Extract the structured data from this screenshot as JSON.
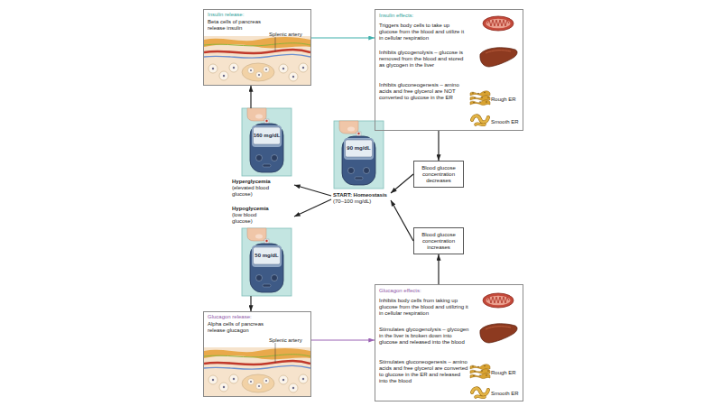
{
  "diagram": {
    "nodes": [
      {
        "text": [
          "Insulin release:",
          "Beta cells of pancreas release insulin",
          "Splenic artery"
        ]
      },
      {
        "text": [
          "Insulin effects:",
          "Triggers body cells to take up glucose from the blood and utilize it in cellular respiration",
          "Inhibits glycogenolysis – glucose is removed from the blood and stored as glycogen in the liver",
          "Inhibits gluconeogenesis – amino acids and free glycerol are NOT converted to glucose in the ER",
          "Rough ER",
          "Smooth ER"
        ]
      },
      {
        "text": [
          "160 mg/dL",
          "Hyperglycemia (elevated blood glucose)"
        ]
      },
      {
        "text": [
          "90 mg/dL",
          "START: Homeostasis (70–100 mg/dL)"
        ]
      },
      {
        "text": [
          "Blood glucose concentration decreases"
        ]
      },
      {
        "text": [
          "Hypoglycemia (low blood glucose)",
          "50 mg/dL"
        ]
      },
      {
        "text": [
          "Blood glucose concentration increases"
        ]
      },
      {
        "text": [
          "Glucagon release:",
          "Alpha cells of pancreas release glucagon",
          "Splenic artery"
        ]
      },
      {
        "text": [
          "Glucagon effects:",
          "Inhibits body cells from taking up glucose from the blood and utilizing it in cellular respiration",
          "Stimulates glycogenolysis – glycogen in the liver is broken down into glucose and released into the blood",
          "Stimulates gluconeogenesis – amino acids and free glycerol are converted to glucose in the ER and released into the blood",
          "Rough ER",
          "Smooth ER"
        ]
      }
    ],
    "edges": [
      {
        "from": 2,
        "to": 0,
        "arrow": "to"
      },
      {
        "from": 0,
        "to": 1,
        "arrow": "to"
      },
      {
        "from": 1,
        "to": 4,
        "arrow": "to"
      },
      {
        "from": 4,
        "to": 3,
        "arrow": "to"
      },
      {
        "from": 3,
        "to": 2,
        "arrow": "to"
      },
      {
        "from": 3,
        "to": 5,
        "arrow": "to"
      },
      {
        "from": 5,
        "to": 7,
        "arrow": "to"
      },
      {
        "from": 7,
        "to": 8,
        "arrow": "to"
      },
      {
        "from": 8,
        "to": 6,
        "arrow": "to"
      },
      {
        "from": 6,
        "to": 3,
        "arrow": "to"
      }
    ]
  }
}
